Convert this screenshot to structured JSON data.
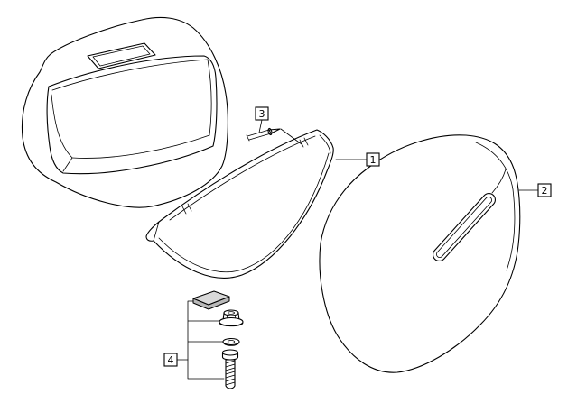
{
  "page": {
    "background": "#ffffff",
    "line_color": "#000000"
  },
  "callouts": {
    "c1": {
      "label": "1"
    },
    "c2": {
      "label": "2"
    },
    "c3": {
      "label": "3"
    },
    "c4": {
      "label": "4"
    }
  }
}
